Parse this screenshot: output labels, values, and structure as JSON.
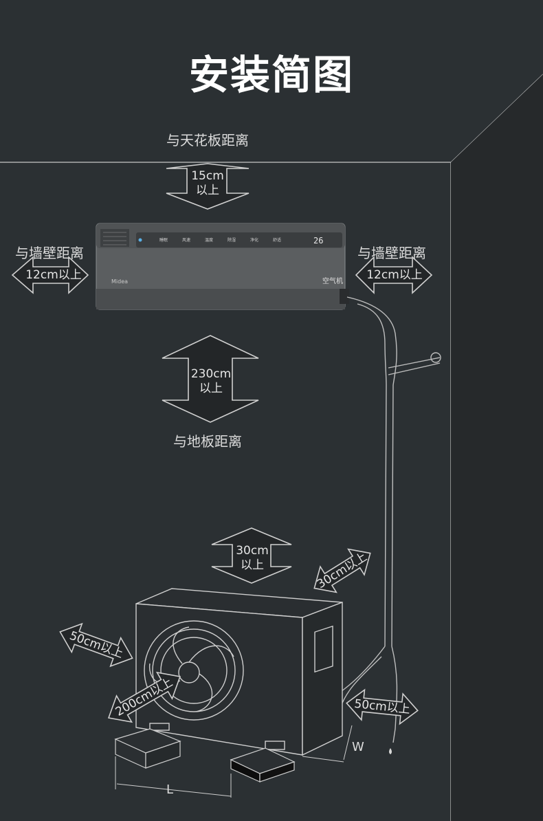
{
  "title": "安装简图",
  "labels": {
    "ceiling": "与天花板距离",
    "wall_left": "与墙壁距离",
    "wall_right": "与墙壁距离",
    "floor": "与地板距离"
  },
  "clearances": {
    "ceiling": {
      "value": "15cm",
      "suffix": "以上"
    },
    "left_side": "12cm以上",
    "right_side": "12cm以上",
    "floor": {
      "value": "230cm",
      "suffix": "以上"
    },
    "outdoor_top": {
      "value": "30cm",
      "suffix": "以上"
    },
    "outdoor_back": "30cm以上",
    "outdoor_left": "50cm以上",
    "outdoor_front": "200cm以上",
    "outdoor_right": "50cm以上"
  },
  "dimensions": {
    "length": "L",
    "width": "W"
  },
  "indoor_unit": {
    "brand": "Midea",
    "badge": "空气机",
    "display": "26",
    "buttons": [
      "睡眠",
      "风速",
      "温度",
      "除湿",
      "净化",
      "舒适"
    ]
  },
  "colors": {
    "background": "#2b3033",
    "line": "#c8c8c8",
    "indoor_body": "#5b5e60"
  }
}
